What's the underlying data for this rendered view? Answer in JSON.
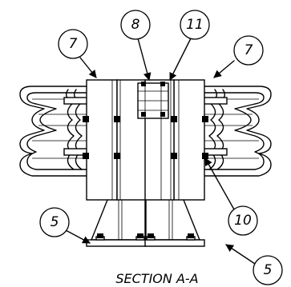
{
  "title": "SECTION A-A",
  "callouts": [
    {
      "id": "left-top",
      "label": "7"
    },
    {
      "id": "center-left",
      "label": "8"
    },
    {
      "id": "center-right",
      "label": "11"
    },
    {
      "id": "right-top",
      "label": "7"
    },
    {
      "id": "left-bottom",
      "label": "5"
    },
    {
      "id": "right-middle",
      "label": "10"
    },
    {
      "id": "right-bottom",
      "label": "5"
    }
  ]
}
